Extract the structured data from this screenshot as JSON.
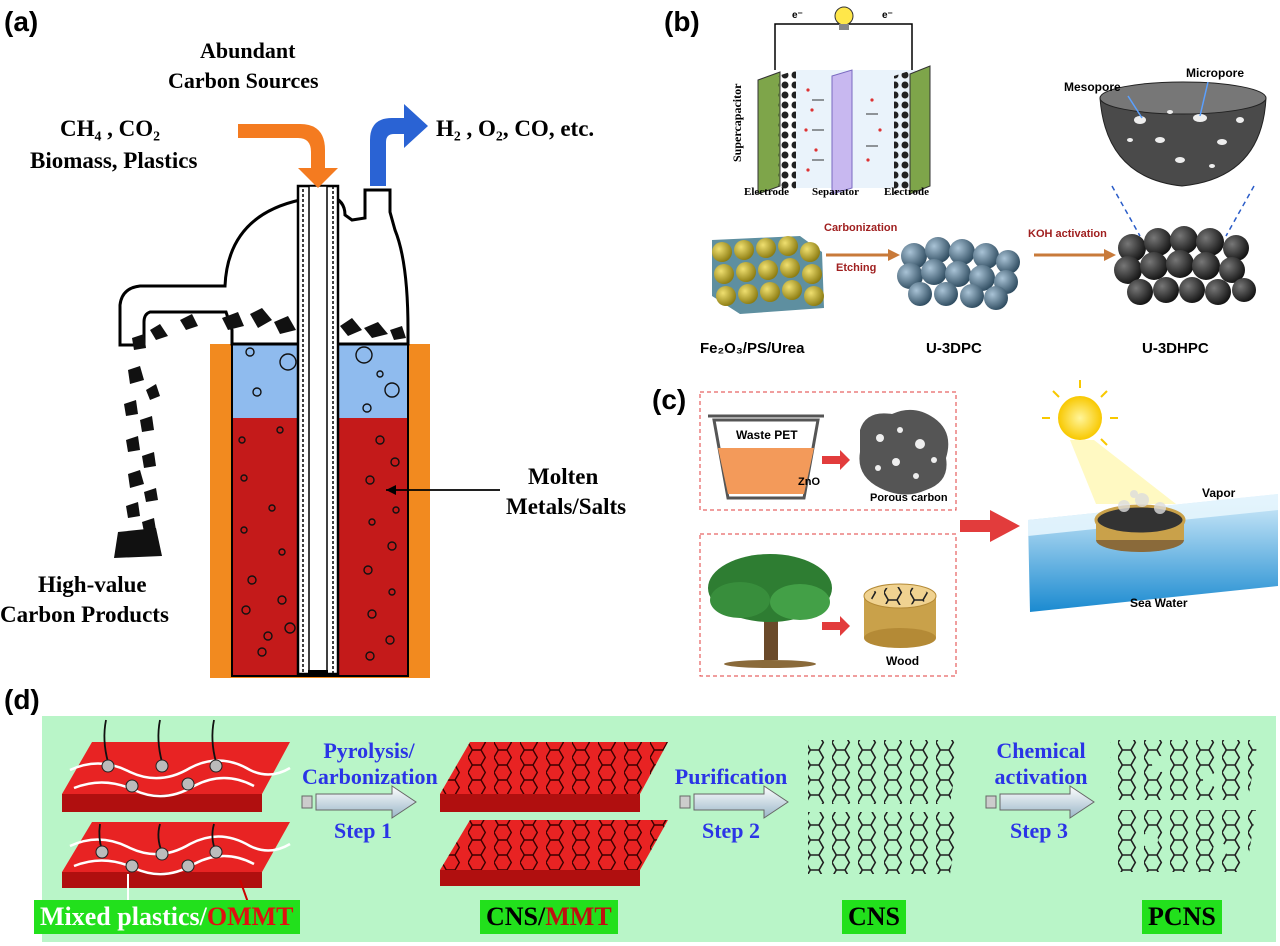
{
  "panel_labels": {
    "a": "(a)",
    "b": "(b)",
    "c": "(c)",
    "d": "(d)"
  },
  "panel_a": {
    "sources_title_1": "Abundant",
    "sources_title_2": "Carbon Sources",
    "feed_1": "CH₄ , CO₂",
    "feed_2": "Biomass, Plastics",
    "gases": "H₂ , O₂, CO, etc.",
    "melt_1": "Molten",
    "melt_2": "Metals/Salts",
    "product_1": "High-value",
    "product_2": "Carbon Products"
  },
  "panel_b": {
    "supercapacitor": "Supercapacitor",
    "electron": "e⁻",
    "electrode_left": "Electrode",
    "separator": "Separator",
    "electrode_right": "Electrode",
    "mesopore": "Mesopore",
    "micropore": "Micropore",
    "step_carbonization": "Carbonization",
    "step_etching": "Etching",
    "step_koh": "KOH activation",
    "material_1": "Fe₂O₃/PS/Urea",
    "material_2": "U-3DPC",
    "material_3": "U-3DHPC"
  },
  "panel_c": {
    "waste_pet": "Waste PET",
    "zno": "ZnO",
    "porous_carbon": "Porous carbon",
    "wood": "Wood",
    "vapor": "Vapor",
    "sea_water": "Sea Water"
  },
  "panel_d": {
    "step1_text_1": "Pyrolysis/",
    "step1_text_2": "Carbonization",
    "step1_label": "Step 1",
    "step2_text": "Purification",
    "step2_label": "Step 2",
    "step3_text_1": "Chemical",
    "step3_text_2": "activation",
    "step3_label": "Step 3",
    "label_mixed": "Mixed plastics/",
    "label_ommt": "OMMT",
    "label_cns": "CNS/",
    "label_mmt": "MMT",
    "label_cns2": "CNS",
    "label_pcns": "PCNS"
  },
  "colors": {
    "orange_arrow": "#f47b20",
    "blue_arrow": "#2a63d4",
    "molten": "#c41a1a",
    "water": "#8fbbee",
    "furnace": "#f28a1f",
    "panel_d_bg": "#b9f5c8",
    "sheet_red": "#e82323",
    "step_blue": "#2b34e6",
    "label_green": "#22e01c"
  }
}
